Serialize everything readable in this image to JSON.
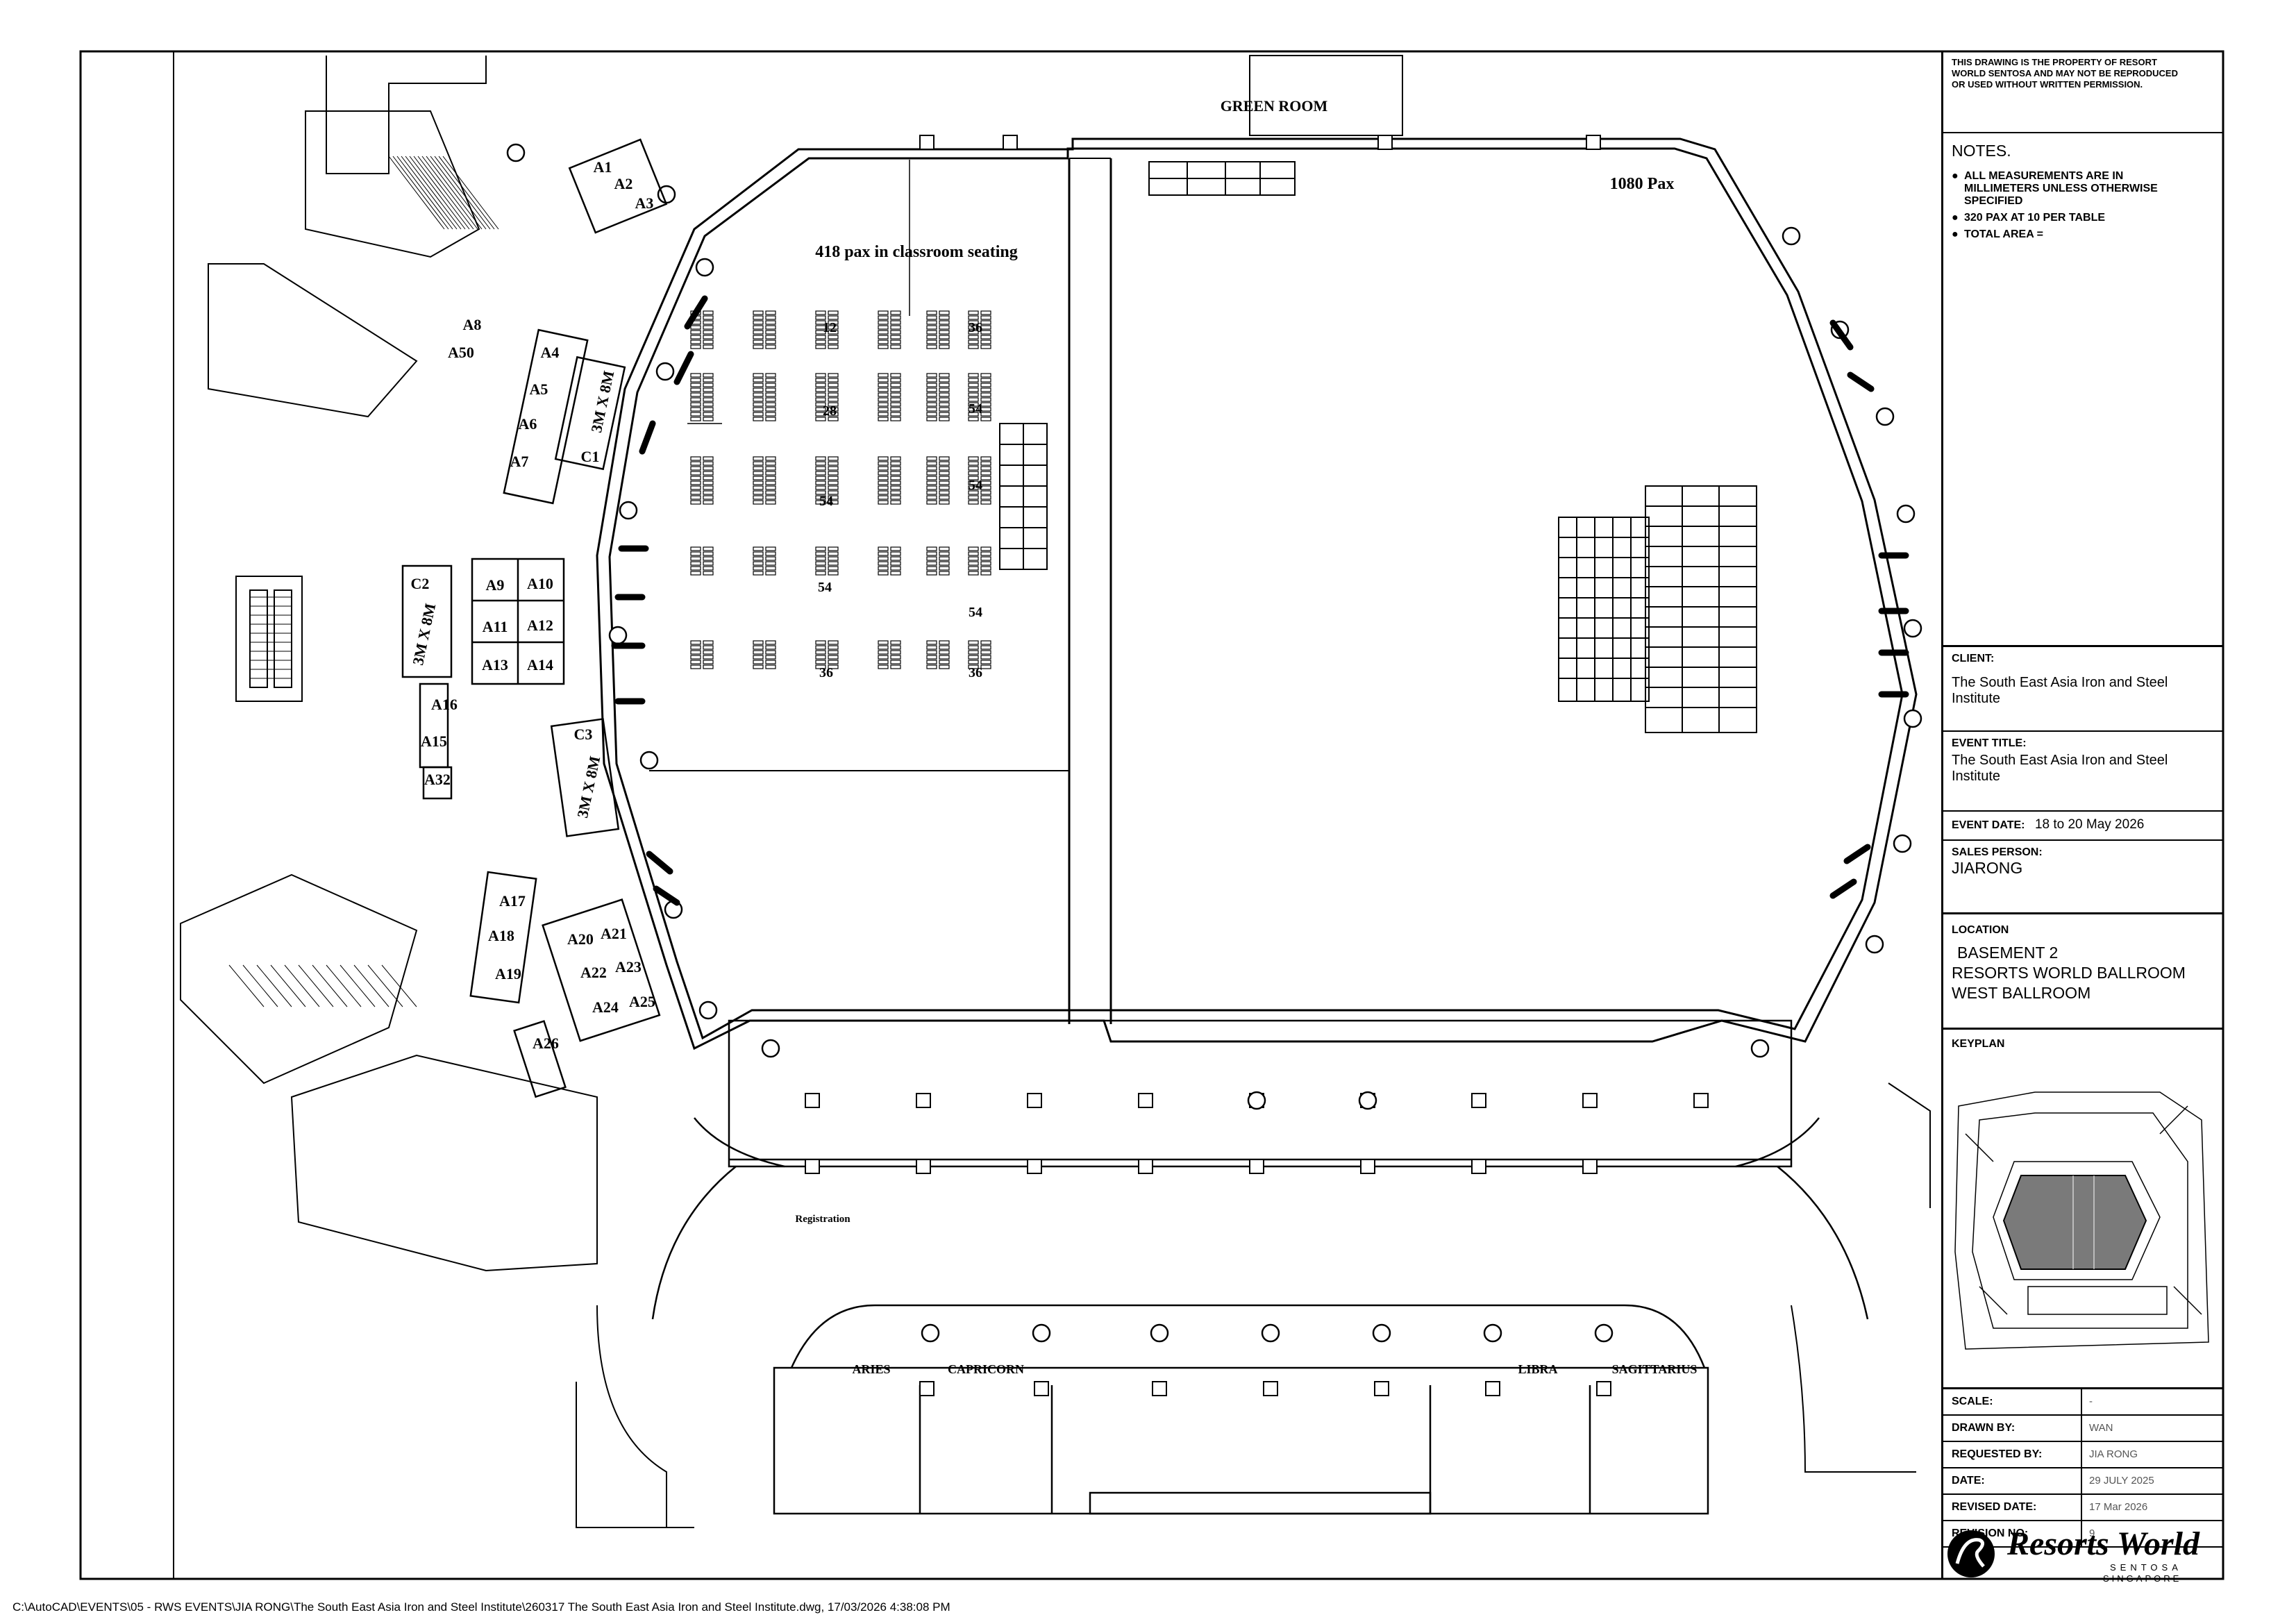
{
  "disclaimer": "THIS DRAWING IS THE PROPERTY OF RESORT WORLD SENTOSA AND MAY NOT BE REPRODUCED OR USED WITHOUT WRITTEN PERMISSION.",
  "notes": {
    "heading": "NOTES.",
    "items": [
      "ALL MEASUREMENTS ARE IN MILLIMETERS UNLESS OTHERWISE SPECIFIED",
      "320 PAX AT 10 PER TABLE",
      "TOTAL AREA ="
    ]
  },
  "client": {
    "label": "CLIENT:",
    "value": "The South East Asia Iron and Steel Institute"
  },
  "event_title": {
    "label": "EVENT TITLE:",
    "value": "The South East Asia Iron and Steel Institute"
  },
  "event_date": {
    "label": "EVENT DATE:",
    "value": "18 to 20 May 2026"
  },
  "sales_person": {
    "label": "SALES PERSON:",
    "value": "JIARONG"
  },
  "location": {
    "label": "LOCATION",
    "lines": [
      "BASEMENT 2",
      "RESORTS WORLD BALLROOM",
      "WEST BALLROOM"
    ]
  },
  "keyplan": {
    "label": "KEYPLAN"
  },
  "details": [
    {
      "label": "SCALE:",
      "value": "-"
    },
    {
      "label": "DRAWN BY:",
      "value": "WAN"
    },
    {
      "label": "REQUESTED BY:",
      "value": "JIA RONG"
    },
    {
      "label": "DATE:",
      "value": "29 JULY 2025"
    },
    {
      "label": "REVISED DATE:",
      "value": "17 Mar 2026"
    },
    {
      "label": "REVISION NO:",
      "value": "9"
    }
  ],
  "logo": {
    "name": "Resorts World",
    "sub1": "SENTOSA",
    "sub2": "SINGAPORE"
  },
  "plan": {
    "rooms": {
      "green_room": "GREEN ROOM",
      "classroom_caption": "418 pax in classroom seating",
      "pax_right": "1080 Pax",
      "registration": "Registration",
      "aries": "ARIES",
      "capricorn": "CAPRICORN",
      "libra": "LIBRA",
      "sagittarius": "SAGITTARIUS"
    },
    "booths": [
      "A1",
      "A2",
      "A3",
      "A4",
      "A5",
      "A6",
      "A7",
      "A8",
      "A50",
      "A9",
      "A10",
      "A11",
      "A12",
      "A13",
      "A14",
      "A15",
      "A16",
      "A32",
      "A17",
      "A18",
      "A19",
      "A20",
      "A21",
      "A22",
      "A23",
      "A24",
      "A25",
      "A26"
    ],
    "stages": [
      "C1",
      "C2",
      "C3"
    ],
    "stage_size": "3M X 8M",
    "seat_counts": [
      "12",
      "36",
      "28",
      "54",
      "54",
      "54",
      "54",
      "54",
      "36",
      "36"
    ]
  },
  "file_path": "C:\\AutoCAD\\EVENTS\\05 - RWS EVENTS\\JIA RONG\\The South East Asia Iron and Steel Institute\\260317 The South East Asia Iron and Steel Institute.dwg, 17/03/2026 4:38:08 PM"
}
